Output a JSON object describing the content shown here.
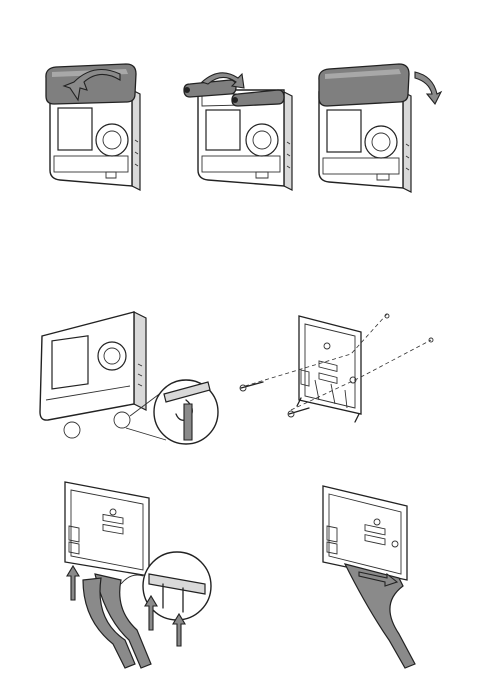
{
  "figure": {
    "step_count": 7,
    "icons": [
      "cover-rotate-arrow",
      "battery",
      "screwdriver",
      "screw",
      "wall-plug",
      "strap-arrow"
    ]
  },
  "colors": {
    "line": "#222222",
    "gray_fill": "#8a8a8a",
    "light_fill": "#d9d9d9",
    "background": "#ffffff"
  }
}
